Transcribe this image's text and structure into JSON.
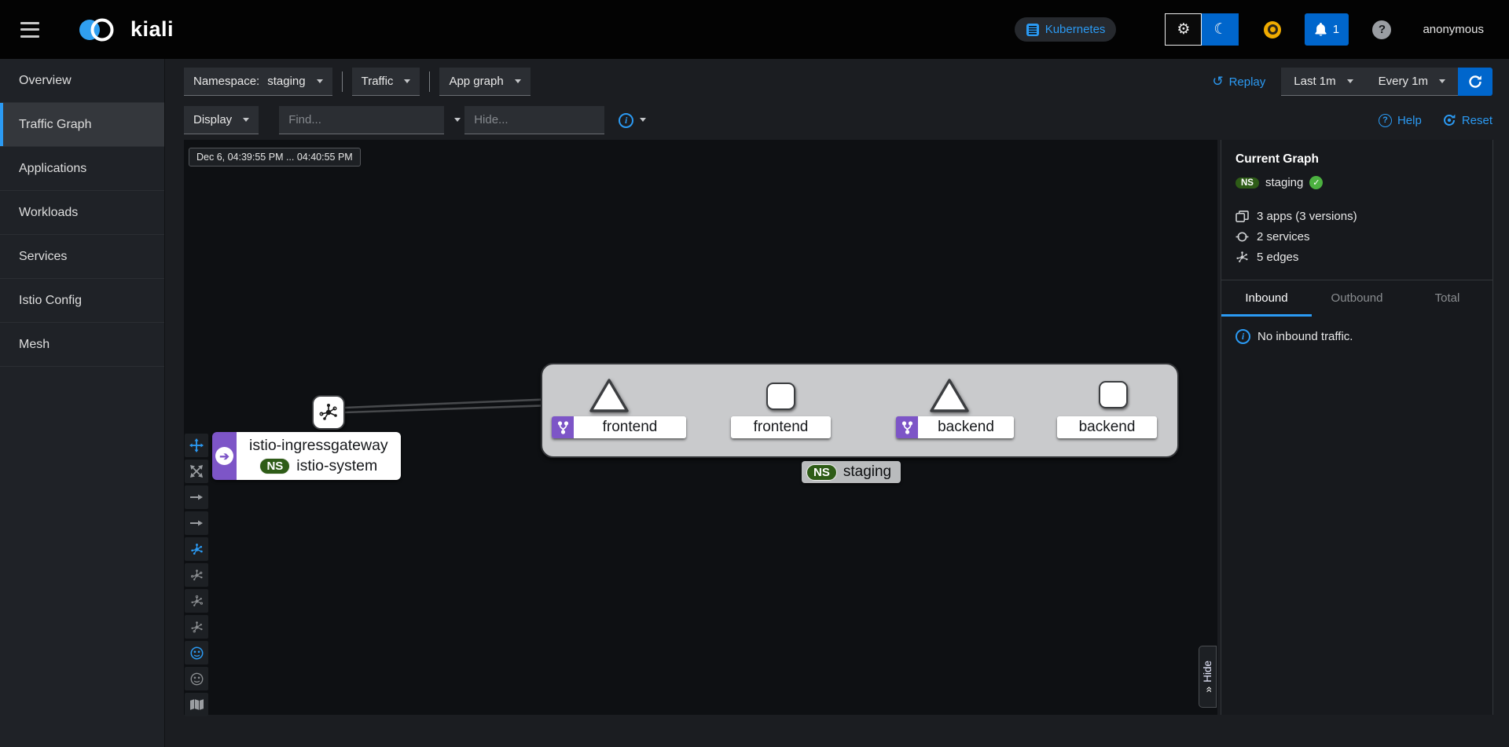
{
  "masthead": {
    "brand": "kiali",
    "cluster_badge": "Kubernetes",
    "notification_count": "1",
    "username": "anonymous"
  },
  "sidebar": {
    "items": [
      {
        "label": "Overview",
        "active": false
      },
      {
        "label": "Traffic Graph",
        "active": true
      },
      {
        "label": "Applications",
        "active": false
      },
      {
        "label": "Workloads",
        "active": false
      },
      {
        "label": "Services",
        "active": false
      },
      {
        "label": "Istio Config",
        "active": false
      },
      {
        "label": "Mesh",
        "active": false
      }
    ]
  },
  "toolbar": {
    "namespace_label": "Namespace:",
    "namespace_value": "staging",
    "traffic_label": "Traffic",
    "graph_type_label": "App graph",
    "display_label": "Display",
    "find_placeholder": "Find...",
    "hide_placeholder": "Hide...",
    "replay_label": "Replay",
    "duration_value": "Last 1m",
    "refresh_interval_value": "Every 1m",
    "help_label": "Help",
    "reset_label": "Reset"
  },
  "graph": {
    "time_range": "Dec 6, 04:39:55 PM ... 04:40:55 PM",
    "ns_badge": "NS",
    "gateway_title": "istio-ingressgateway",
    "gateway_namespace": "istio-system",
    "namespace_box_label": "staging",
    "nodes": {
      "frontend_service": "frontend",
      "frontend_app": "frontend",
      "backend_service": "backend",
      "backend_app": "backend"
    },
    "hide_panel_label": "Hide"
  },
  "side_panel": {
    "title": "Current Graph",
    "ns_badge": "NS",
    "namespace": "staging",
    "stats": [
      "3 apps (3 versions)",
      "2 services",
      "5 edges"
    ],
    "tabs": [
      "Inbound",
      "Outbound",
      "Total"
    ],
    "active_tab": "Inbound",
    "inbound_message": "No inbound traffic."
  },
  "icons": {
    "moon": "☾",
    "gear": "⚙",
    "question": "?",
    "info": "i",
    "replay": "↺",
    "check": "✓",
    "chevrons": "»",
    "gateway_arrow": "➔"
  },
  "colors": {
    "link_blue": "#2b9af3",
    "primary_blue": "#0066cc",
    "purple_badge": "#7d55c7",
    "ns_green": "#2e5c17",
    "success_green": "#4cb140",
    "warning_yellow": "#f0ab00"
  }
}
